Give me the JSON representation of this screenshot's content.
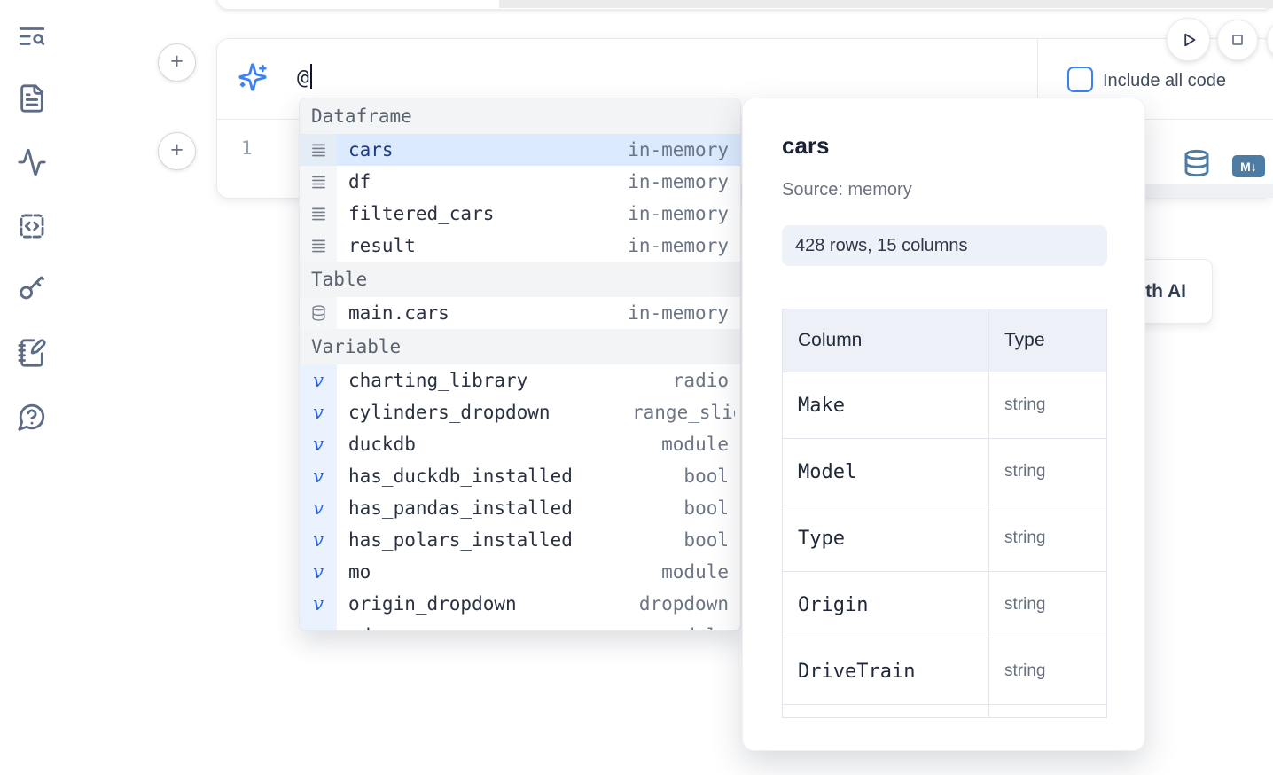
{
  "sidebar": {
    "items": [
      {
        "icon": "list-search-icon"
      },
      {
        "icon": "file-text-icon"
      },
      {
        "icon": "activity-icon"
      },
      {
        "icon": "code-square-icon"
      },
      {
        "icon": "key-icon"
      },
      {
        "icon": "notebook-pen-icon"
      },
      {
        "icon": "help-circle-icon"
      }
    ]
  },
  "cell_toolbar": {
    "run_icon": "play",
    "stop_icon": "square",
    "include_all_code_label": "Include all code",
    "include_all_code_checked": false
  },
  "ai_prompt": {
    "icon": "sparkles",
    "value": "@"
  },
  "editor": {
    "line_number": "1",
    "markdown_badge": "M↓",
    "actions": [
      {
        "icon": "database-icon"
      },
      {
        "icon": "markdown-export-icon"
      }
    ]
  },
  "autocomplete": {
    "section_dataframe": "Dataframe",
    "section_table": "Table",
    "section_variable": "Variable",
    "dataframes": [
      {
        "name": "cars",
        "type": "in-memory",
        "selected": true
      },
      {
        "name": "df",
        "type": "in-memory"
      },
      {
        "name": "filtered_cars",
        "type": "in-memory"
      },
      {
        "name": "result",
        "type": "in-memory"
      }
    ],
    "tables": [
      {
        "name": "main.cars",
        "type": "in-memory"
      }
    ],
    "variables": [
      {
        "name": "charting_library",
        "type": "radio"
      },
      {
        "name": "cylinders_dropdown",
        "type": "range_slider"
      },
      {
        "name": "duckdb",
        "type": "module"
      },
      {
        "name": "has_duckdb_installed",
        "type": "bool"
      },
      {
        "name": "has_pandas_installed",
        "type": "bool"
      },
      {
        "name": "has_polars_installed",
        "type": "bool"
      },
      {
        "name": "mo",
        "type": "module"
      },
      {
        "name": "origin_dropdown",
        "type": "dropdown"
      },
      {
        "name": "pd",
        "type": "module"
      }
    ]
  },
  "preview": {
    "title": "cars",
    "source": "Source: memory",
    "stats": "428 rows, 15 columns",
    "table": {
      "headers": [
        "Column",
        "Type"
      ],
      "rows": [
        [
          "Make",
          "string"
        ],
        [
          "Model",
          "string"
        ],
        [
          "Type",
          "string"
        ],
        [
          "Origin",
          "string"
        ],
        [
          "DriveTrain",
          "string"
        ]
      ]
    }
  },
  "ai_chip": {
    "label": "with AI"
  },
  "colors": {
    "accent_blue": "#3b82f6",
    "steel_blue": "#4c7ba3",
    "selection_bg": "#dbeafe",
    "icon_slate": "#5d6b84"
  }
}
